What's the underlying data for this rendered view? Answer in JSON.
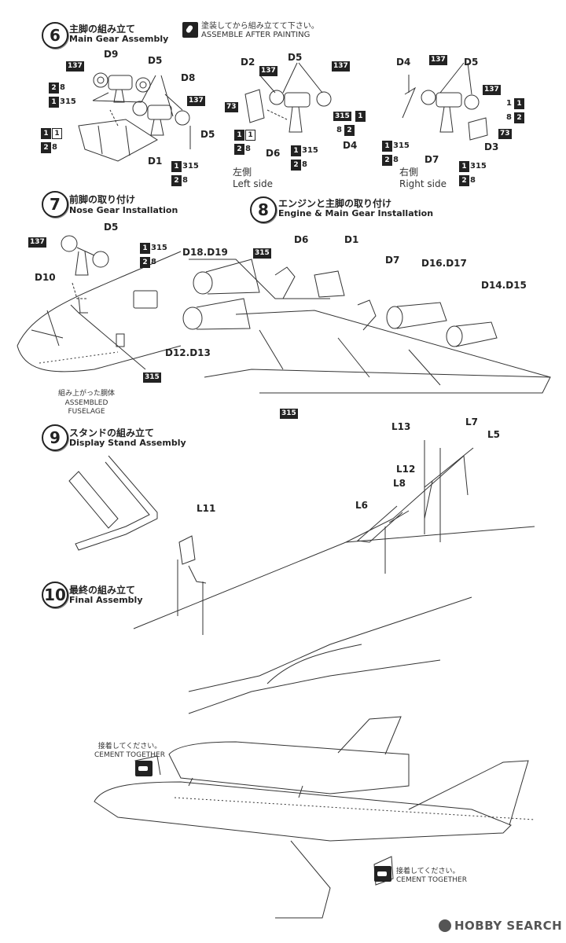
{
  "step6": {
    "number": "6",
    "title_jp": "主脚の組み立て",
    "title_en": "Main Gear Assembly"
  },
  "paint_note": {
    "jp": "塗装してから組み立てて下さい。",
    "en": "ASSEMBLE AFTER PAINTING"
  },
  "step6_labels": {
    "left": {
      "d9": "D9",
      "d5a": "D5",
      "d8": "D8",
      "d5b": "D5",
      "d1": "D1",
      "b137a": "137",
      "b137b": "137"
    },
    "mid": {
      "d2": "D2",
      "d5": "D5",
      "b137a": "137",
      "b137b": "137",
      "b73": "73",
      "d6": "D6",
      "d4": "D4",
      "side_jp": "左側",
      "side_en": "Left side"
    },
    "right": {
      "d4": "D4",
      "d5": "D5",
      "b137a": "137",
      "b137b": "137",
      "b73": "73",
      "d7": "D7",
      "d3": "D3",
      "side_jp": "右側",
      "side_en": "Right side"
    }
  },
  "chips": {
    "c1": "1",
    "c2": "2",
    "n8": "8",
    "n315": "315"
  },
  "step7": {
    "number": "7",
    "title_jp": "前脚の取り付け",
    "title_en": "Nose Gear Installation"
  },
  "step7_labels": {
    "d5": "D5",
    "d10": "D10",
    "b137": "137",
    "b315": "315",
    "fuselage_jp": "組み上がった胴体",
    "fuselage_en1": "ASSEMBLED",
    "fuselage_en2": "FUSELAGE"
  },
  "step8": {
    "number": "8",
    "title_jp": "エンジンと主脚の取り付け",
    "title_en": "Engine & Main Gear Installation"
  },
  "step8_labels": {
    "d18_19": "D18.D19",
    "d6": "D6",
    "d1": "D1",
    "d7": "D7",
    "d16_17": "D16.D17",
    "d14_15": "D14.D15",
    "d12_13": "D12.D13",
    "b315a": "315",
    "b315b": "315"
  },
  "step9": {
    "number": "9",
    "title_jp": "スタンドの組み立て",
    "title_en": "Display Stand Assembly"
  },
  "step9_labels": {
    "l13": "L13",
    "l7": "L7",
    "l5": "L5",
    "l12": "L12",
    "l8": "L8",
    "l6": "L6",
    "l11": "L11"
  },
  "step10": {
    "number": "10",
    "title_jp": "最終の組み立て",
    "title_en": "Final Assembly"
  },
  "cement": {
    "jp": "接着してください。",
    "en1": "CEMENT TOGETHER",
    "en2": "CEMENT TOGETHER"
  },
  "watermark": {
    "brand": "HOBBY SEARCH",
    "logo": "hobbysearch-logo"
  },
  "colors": {
    "ink": "#222222",
    "paper": "#ffffff",
    "watermark": "#555555"
  }
}
